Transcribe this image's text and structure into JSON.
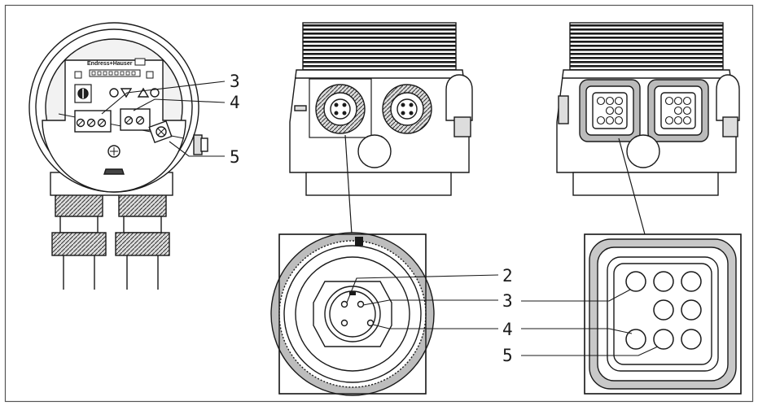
{
  "colors": {
    "frame": "#555555",
    "line": "#1a1a1a",
    "dark": "#222222",
    "gray": "#9a9a9a",
    "light": "#d8d8d8",
    "background": "#ffffff"
  },
  "panels": {
    "terminal_view": {
      "brand": "Endress+Hauser",
      "callouts": [
        "3",
        "4",
        "5"
      ]
    },
    "m12_housing": {
      "callouts": []
    },
    "harting_housing": {
      "callouts": []
    },
    "m12_detail": {
      "callouts": [
        "2",
        "3",
        "4"
      ]
    },
    "harting_detail": {
      "callouts": [
        "3",
        "4",
        "5"
      ]
    }
  },
  "icons": {
    "potentiometer": "potentiometer-knob-icon",
    "led": "led-indicator-icon",
    "key_down": "triangle-down-key-icon",
    "key_up": "triangle-up-key-icon"
  }
}
